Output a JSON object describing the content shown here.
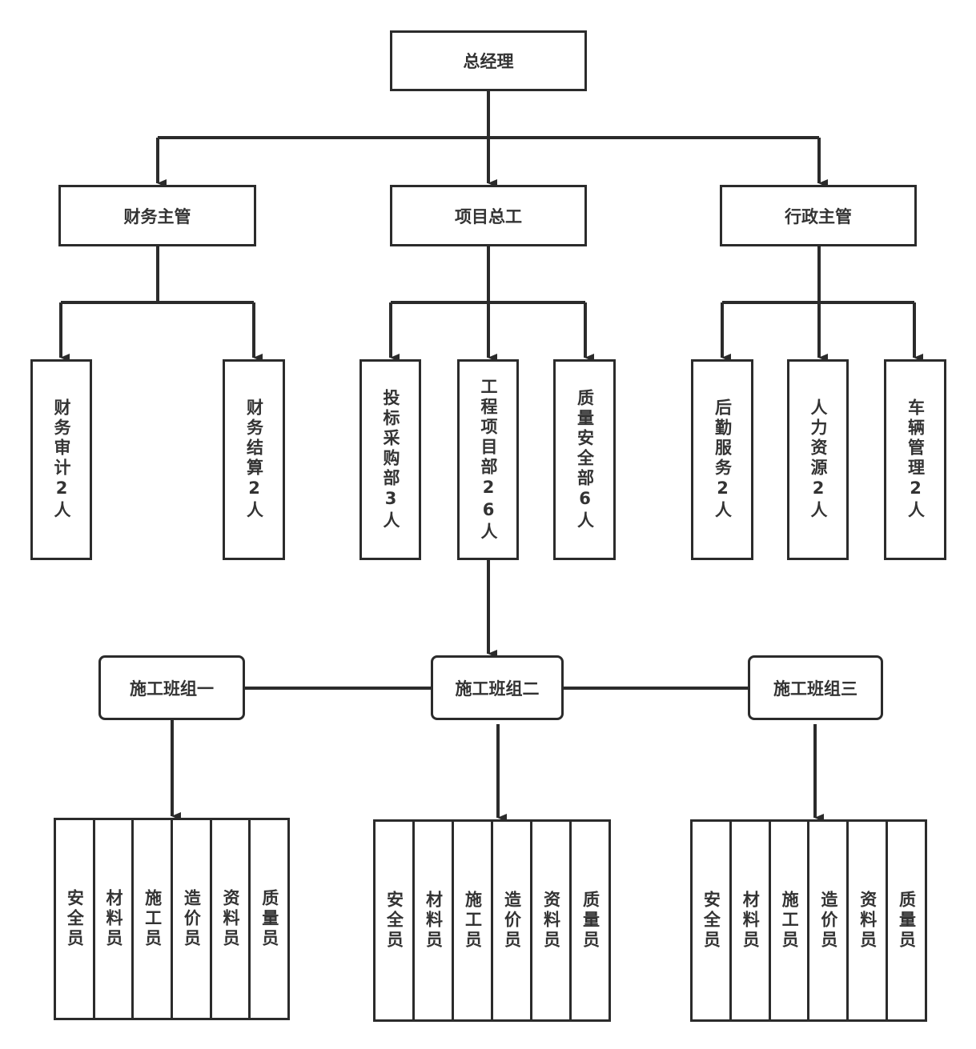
{
  "top": {
    "label": "总经理"
  },
  "level2": [
    {
      "label": "财务主管"
    },
    {
      "label": "项目总工"
    },
    {
      "label": "行政主管"
    }
  ],
  "level3": [
    {
      "label": "财务审计2人"
    },
    {
      "label": "财务结算2人"
    },
    {
      "label": "投标采购部3人"
    },
    {
      "label": "工程项目部26人"
    },
    {
      "label": "质量安全部6人"
    },
    {
      "label": "后勤服务2人"
    },
    {
      "label": "人力资源2人"
    },
    {
      "label": "车辆管理2人"
    }
  ],
  "teams": [
    {
      "label": "施工班组一",
      "roles": [
        "安全员",
        "材料员",
        "施工员",
        "造价员",
        "资料员",
        "质量员"
      ]
    },
    {
      "label": "施工班组二",
      "roles": [
        "安全员",
        "材料员",
        "施工员",
        "造价员",
        "资料员",
        "质量员"
      ]
    },
    {
      "label": "施工班组三",
      "roles": [
        "安全员",
        "材料员",
        "施工员",
        "造价员",
        "资料员",
        "质量员"
      ]
    }
  ],
  "colors": {
    "line": "#2b2b2b",
    "text": "#333333"
  }
}
